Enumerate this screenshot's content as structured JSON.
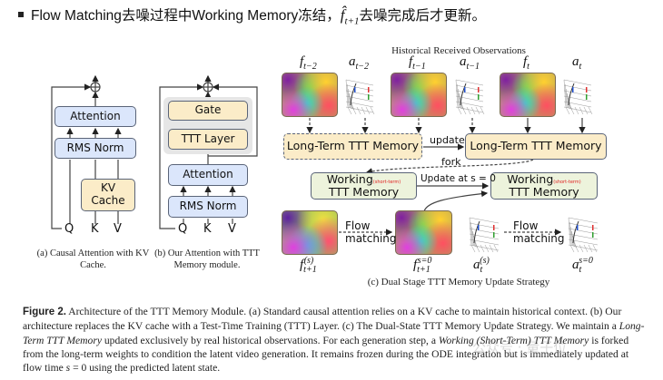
{
  "bullet": {
    "text_before": "Flow Matching去噪过程中Working Memory冻结，",
    "math_base": "f̂",
    "math_sub": "t+1",
    "text_after": "去噪完成后才更新。"
  },
  "panel_a": {
    "blocks": {
      "attention": "Attention",
      "rms_norm": "RMS Norm",
      "kv_cache": "KV Cache"
    },
    "inputs": [
      "Q",
      "K",
      "V"
    ],
    "caption": "(a) Causal Attention with KV Cache."
  },
  "panel_b": {
    "blocks": {
      "gate": "Gate",
      "ttt_layer": "TTT Layer",
      "attention": "Attention",
      "rms_norm": "RMS Norm"
    },
    "inputs": [
      "Q",
      "K",
      "V"
    ],
    "caption": "(b) Our Attention with TTT Memory module."
  },
  "panel_c": {
    "title": "Historical Received Observations",
    "observations": [
      {
        "base": "f",
        "sub": "t−2"
      },
      {
        "base": "a",
        "sub": "t−2"
      },
      {
        "base": "f",
        "sub": "t−1"
      },
      {
        "base": "a",
        "sub": "t−1"
      },
      {
        "base": "f",
        "sub": "t"
      },
      {
        "base": "a",
        "sub": "t"
      }
    ],
    "long_term_old": "Long-Term TTT Memory",
    "long_term_new": "Long-Term TTT Memory",
    "update_label": "update",
    "fork_label": "fork",
    "working_label": "Working",
    "short_term_tag": "(short-term)",
    "working_sub": "TTT Memory",
    "update_at": "Update at s = 0",
    "flow_matching_1": "Flow matching",
    "flow_matching_2": "Flow matching",
    "bottom_labels": [
      {
        "base": "f",
        "sub": "t+1",
        "sup": "(s)"
      },
      {
        "base": "f",
        "sub": "t+1",
        "sup": "s=0"
      },
      {
        "base": "a",
        "sub": "t",
        "sup": "(s)"
      },
      {
        "base": "a",
        "sub": "t",
        "sup": "s=0"
      }
    ],
    "caption": "(c) Dual Stage TTT Memory Update Strategy"
  },
  "figure_caption": {
    "label": "Figure 2.",
    "seg1": " Architecture of the TTT Memory Module. (a) Standard causal attention relies on a KV cache to maintain historical context. (b) Our architecture replaces the KV cache with a Test-Time Training (TTT) Layer. (c) The Dual-State TTT Memory Update Strategy. We maintain a ",
    "seg2_italic": "Long-Term TTT Memory",
    "seg3": " updated exclusively by real historical observations. For each generation step, a ",
    "seg4_italic": "Working (Short-Term) TTT Memory",
    "seg5": " is forked from the long-term weights to condition the latent video generation. It remains frozen during the ODE integration but is immediately updated at flow time ",
    "seg6_italic": "s",
    "seg7": " = 0 using the predicted latent state."
  },
  "watermark": "公众号 · 量子位",
  "colors": {
    "block_blue": "#dbe6fb",
    "block_yellow": "#fbecc8",
    "block_green": "#edf3dc",
    "short_term_red": "#e02020"
  }
}
